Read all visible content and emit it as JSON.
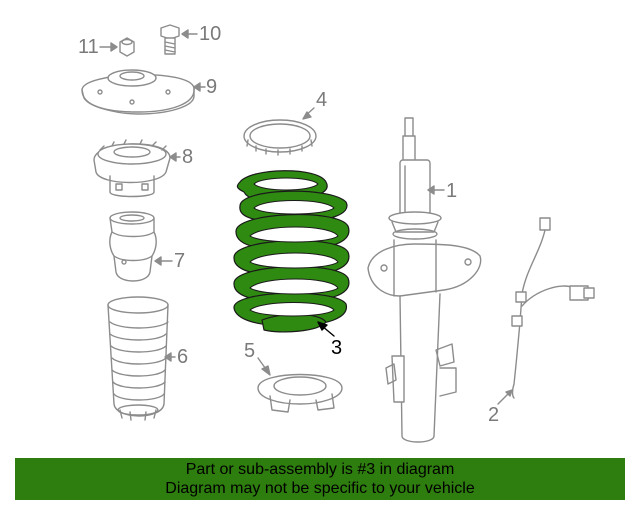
{
  "callouts": {
    "c1": "1",
    "c2": "2",
    "c3": "3",
    "c4": "4",
    "c5": "5",
    "c6": "6",
    "c7": "7",
    "c8": "8",
    "c9": "9",
    "c10": "10",
    "c11": "11"
  },
  "highlight_part": "3",
  "colors": {
    "highlight": "#2f8a12",
    "line": "#8c8c8c",
    "banner": "#2e7d0f"
  },
  "banner": {
    "line1": "Part or sub-assembly is #3 in diagram",
    "line2": "Diagram may not be specific to your vehicle"
  }
}
